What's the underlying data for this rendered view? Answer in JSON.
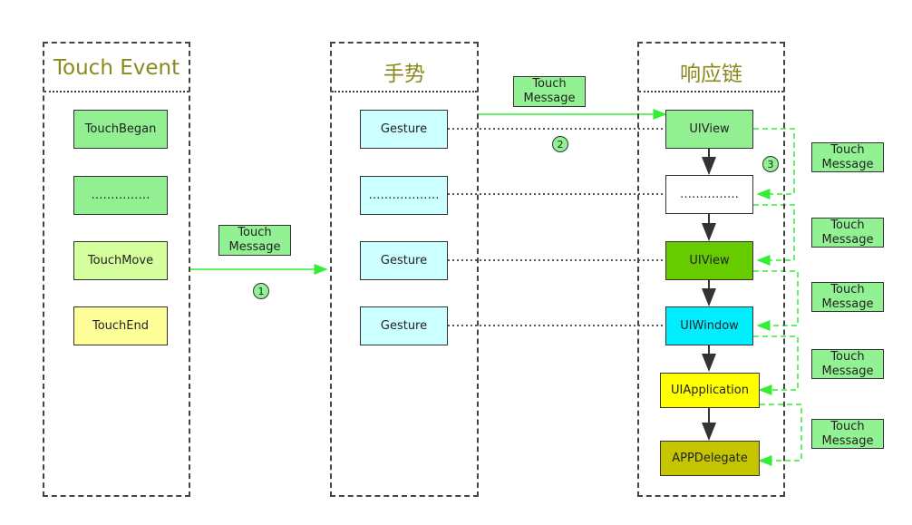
{
  "columns": {
    "touch_event": "Touch Event",
    "gesture": "手势",
    "responder_chain": "响应链"
  },
  "touch_events": [
    "TouchBegan",
    "……………",
    "TouchMove",
    "TouchEnd"
  ],
  "gestures": [
    "Gesture",
    "………………",
    "Gesture",
    "Gesture"
  ],
  "chain": [
    "UIView",
    "……………",
    "UIView",
    "UIWindow",
    "UIApplication",
    "APPDelegate"
  ],
  "message_label": "Touch\nMessage",
  "steps": [
    "1",
    "2",
    "3"
  ],
  "colors": {
    "touch_began": "#92ef92",
    "touch_placeholder": "#92ef92",
    "touch_move": "#d4ff9c",
    "touch_end": "#ffff99",
    "gesture": "#ccffff",
    "uiview": "#92ef92",
    "placeholder": "#ffffff",
    "uiview_dark": "#66cc00",
    "uiwindow": "#00eeff",
    "uiapplication": "#ffff00",
    "appdelegate": "#c6c600",
    "arrow_green": "#33ee33",
    "column_title": "#8a8a1c"
  }
}
